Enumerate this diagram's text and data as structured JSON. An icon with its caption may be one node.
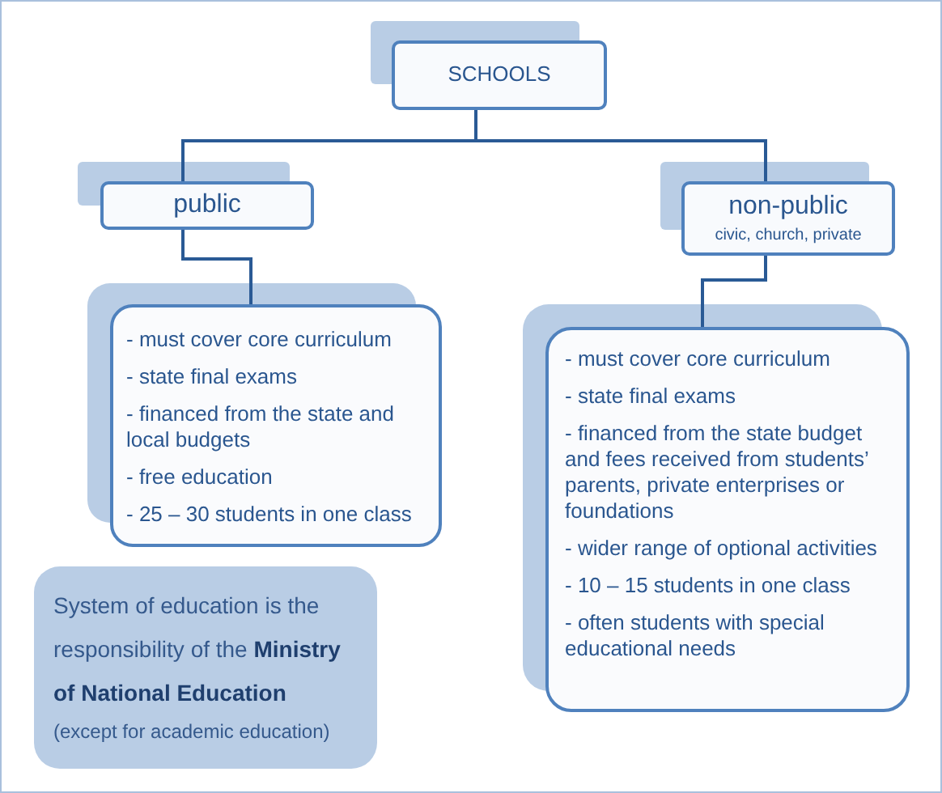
{
  "diagram": {
    "nodes": [
      {
        "text": [
          "SCHOOLS"
        ]
      },
      {
        "text": [
          "public"
        ]
      },
      {
        "text": [
          "non-public",
          "civic, church, private"
        ]
      },
      {
        "text": [
          "- must cover core curriculum",
          "- state final exams",
          "- financed from the state and local budgets",
          "- free education",
          "- 25 – 30 students in one class"
        ]
      },
      {
        "text": [
          "- must cover core curriculum",
          "- state final exams",
          "- financed from the state budget and fees received from students’ parents, private enterprises or foundations",
          "- wider range of optional activities",
          "- 10 – 15 students in one class",
          "- often students with special educational needs"
        ]
      },
      {
        "text": [
          "System of education is the responsibility of the **Ministry of National Education**",
          "(except for academic education)"
        ]
      }
    ],
    "edges": [
      {
        "from": 0,
        "to": 1,
        "arrow": "none"
      },
      {
        "from": 0,
        "to": 2,
        "arrow": "none"
      },
      {
        "from": 1,
        "to": 3,
        "arrow": "none"
      },
      {
        "from": 2,
        "to": 4,
        "arrow": "none"
      }
    ]
  }
}
